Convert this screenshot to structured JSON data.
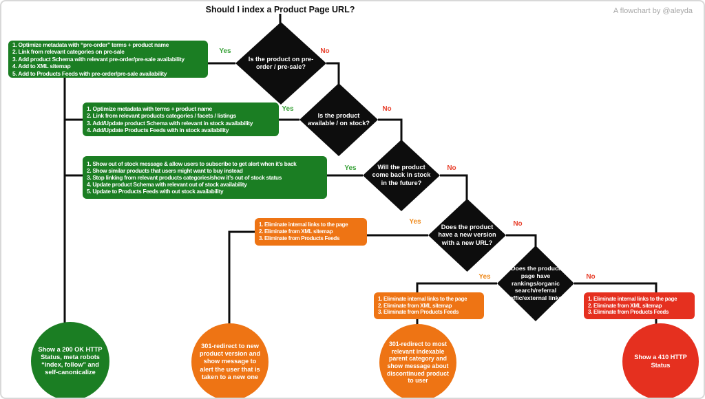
{
  "title": "Should I index a Product Page URL?",
  "attribution": "A flowchart by @aleyda",
  "labels": {
    "yes": "Yes",
    "no": "No"
  },
  "colors": {
    "action_green": "#1b7e23",
    "action_orange": "#ee7414",
    "action_red": "#e5301f",
    "diamond_black": "#0d0d0d",
    "yes_green": "#3aa23a",
    "yes_orange": "#ef8b1e",
    "no_red": "#e8402c"
  },
  "diamonds": [
    {
      "question": "Is the product on pre-order / pre-sale?"
    },
    {
      "question": "Is the product available / on stock?"
    },
    {
      "question": "Will the product come back in stock in the future?"
    },
    {
      "question": "Does the product have a new version with a new URL?"
    },
    {
      "question": "Does the product page have rankings/organic search/referral traffic/external links?"
    }
  ],
  "action_boxes": [
    {
      "color": "green",
      "lines": [
        "1. Optimize metadata with “pre-order” terms + product name",
        "2. Link from relevant categories on pre-sale",
        "3. Add product Schema with relevant pre-order/pre-sale availability",
        "4. Add to XML sitemap",
        "5. Add to Products Feeds with pre-order/pre-sale availability"
      ]
    },
    {
      "color": "green",
      "lines": [
        "1. Optimize metadata with terms + product name",
        "2. Link from relevant products categories / facets / listings",
        "3. Add/Update product Schema with relevant in stock availability",
        "4. Add/Update Products Feeds with in stock availability"
      ]
    },
    {
      "color": "green",
      "lines": [
        "1. Show out of stock message & allow users to subscribe to get alert when it’s back",
        "2. Show similar products that users might want to buy instead",
        "3. Stop linking from relevant products categories/show it’s out of stock status",
        "4. Update product Schema with relevant out of stock availability",
        "5. Update to Products Feeds with out stock availability"
      ]
    },
    {
      "color": "orange",
      "lines": [
        "1. Eliminate internal links to the page",
        "2. Eliminate from XML sitemap",
        "3. Eliminate from Products Feeds"
      ]
    },
    {
      "color": "orange",
      "lines": [
        "1. Eliminate internal links to the page",
        "2. Eliminate from XML sitemap",
        "3. Eliminate from Products Feeds"
      ]
    },
    {
      "color": "red",
      "lines": [
        "1. Eliminate internal links to the page",
        "2. Eliminate from XML sitemap",
        "3. Eliminate from Products Feeds"
      ]
    }
  ],
  "outcome_circles": [
    {
      "color": "green",
      "text": "Show a 200 OK HTTP Status, meta robots “index, follow” and self-canonicalize"
    },
    {
      "color": "orange",
      "text": "301-redirect to new product version and show message to alert the user that is taken to a new one"
    },
    {
      "color": "orange",
      "text": "301-redirect to most relevant indexable parent category and show message about discontinued product to user"
    },
    {
      "color": "red",
      "text": "Show a 410 HTTP Status"
    }
  ]
}
